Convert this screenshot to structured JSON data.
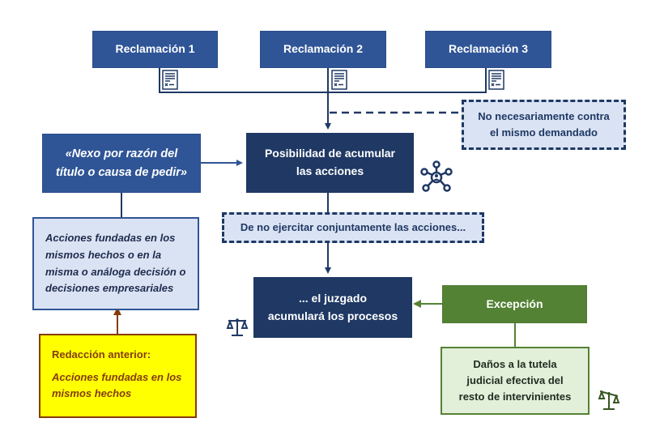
{
  "claims": [
    {
      "label": "Reclamación 1"
    },
    {
      "label": "Reclamación 2"
    },
    {
      "label": "Reclamación 3"
    }
  ],
  "note_defendant": {
    "line1": "No necesariamente contra",
    "line2": "el mismo demandado"
  },
  "main_box": {
    "line1": "Posibilidad de acumular",
    "line2": "las acciones"
  },
  "nexus_box": {
    "line1": "«Nexo por razón del",
    "line2": "título o causa de pedir»"
  },
  "grounds_box": {
    "line1": "Acciones fundadas en los",
    "line2": "mismos hechos o en la",
    "line3": "misma o análoga decisión o",
    "line4": "decisiones empresariales"
  },
  "previous_box": {
    "title": "Redacción anterior:",
    "line1": "Acciones fundadas en los",
    "line2": "mismos hechos"
  },
  "condition_box": {
    "label": "De no ejercitar conjuntamente las acciones..."
  },
  "court_box": {
    "line1": "... el juzgado",
    "line2": "acumulará los procesos"
  },
  "exception_box": {
    "label": "Excepción"
  },
  "harm_box": {
    "line1": "Daños a la tutela",
    "line2": "judicial efectiva del",
    "line3": "resto de intervinientes"
  },
  "icons": {
    "document": "document-icon",
    "network": "network-icon",
    "scales_balanced": "scales-icon",
    "scales_tilted": "scales-tilted-icon"
  },
  "colors": {
    "blue": "#2f5597",
    "navy": "#1f3864",
    "light_blue": "#dae3f3",
    "green": "#548235",
    "light_green": "#e2efd9",
    "yellow": "#ffff00",
    "brown": "#843c0c"
  }
}
